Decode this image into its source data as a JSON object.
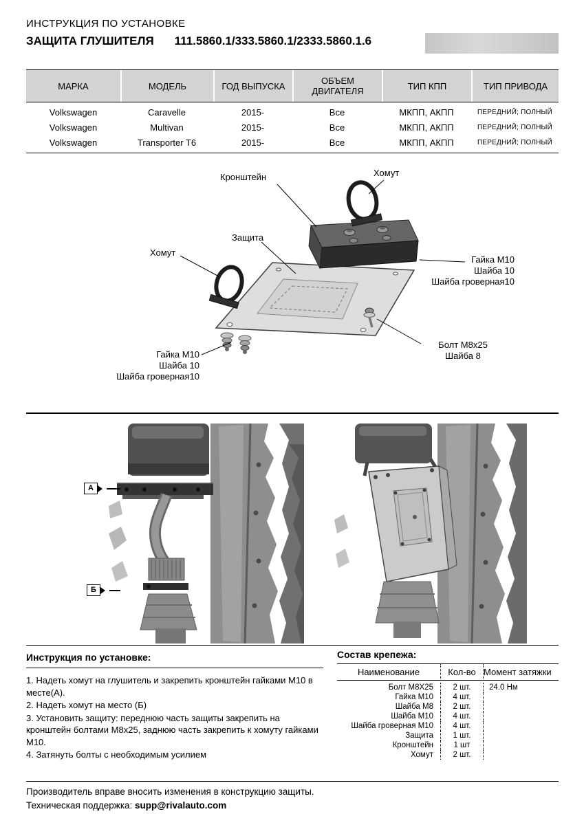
{
  "header": {
    "doc_type": "ИНСТРУКЦИЯ ПО УСТАНОВКЕ",
    "product": "ЗАЩИТА ГЛУШИТЕЛЯ",
    "part_numbers": "111.5860.1/333.5860.1/2333.5860.1.6"
  },
  "fitment_table": {
    "headers": [
      "МАРКА",
      "МОДЕЛЬ",
      "ГОД ВЫПУСКА",
      "ОБЪЕМ ДВИГАТЕЛЯ",
      "ТИП КПП",
      "ТИП ПРИВОДА"
    ],
    "rows": [
      [
        "Volkswagen",
        "Caravelle",
        "2015-",
        "Все",
        "МКПП, АКПП",
        "ПЕРЕДНИЙ; ПОЛНЫЙ"
      ],
      [
        "Volkswagen",
        "Multivan",
        "2015-",
        "Все",
        "МКПП, АКПП",
        "ПЕРЕДНИЙ; ПОЛНЫЙ"
      ],
      [
        "Volkswagen",
        "Transporter T6",
        "2015-",
        "Все",
        "МКПП, АКПП",
        "ПЕРЕДНИЙ; ПОЛНЫЙ"
      ]
    ]
  },
  "diagram": {
    "label_bracket": "Кронштейн",
    "label_clamp_top": "Хомут",
    "label_shield": "Защита",
    "label_clamp_left": "Хомут",
    "right_stack": [
      "Гайка М10",
      "Шайба 10",
      "Шайба гроверная10"
    ],
    "bolt_stack": [
      "Болт М8х25",
      "Шайба 8"
    ],
    "left_stack": [
      "Гайка М10",
      "Шайба 10",
      "Шайба гроверная10"
    ]
  },
  "photos": {
    "marker_a": "А",
    "marker_b": "Б"
  },
  "instructions": {
    "heading": "Инструкция по установке:",
    "steps": [
      "1. Надеть хомут на глушитель и закрепить кронштейн гайками М10 в месте(А).",
      "2. Надеть хомут на место (Б)",
      "3. Установить защиту: переднюю часть защиты закрепить на кронштейн болтами М8х25, заднюю часть закрепить к хомуту гайками М10.",
      "4. Затянуть болты с необходимым усилием"
    ]
  },
  "hardware": {
    "heading": "Состав крепежа:",
    "col_name": "Наименование",
    "col_qty": "Кол-во",
    "col_torque": "Момент затяжки",
    "rows": [
      {
        "name": "Болт М8Х25",
        "qty": "2 шт.",
        "torque": "24.0 Нм"
      },
      {
        "name": "Гайка М10",
        "qty": "4 шт.",
        "torque": ""
      },
      {
        "name": "Шайба М8",
        "qty": "2 шт.",
        "torque": ""
      },
      {
        "name": "Шайба М10",
        "qty": "4 шт.",
        "torque": ""
      },
      {
        "name": "Шайба гроверная М10",
        "qty": "4 шт.",
        "torque": ""
      },
      {
        "name": "Защита",
        "qty": "1 шт.",
        "torque": ""
      },
      {
        "name": "Кронштейн",
        "qty": "1 шт",
        "torque": ""
      },
      {
        "name": "Хомут",
        "qty": "2 шт.",
        "torque": ""
      }
    ]
  },
  "footer": {
    "disclaimer": "Производитель вправе вносить изменения в конструкцию защиты.",
    "support_label": "Техническая поддержка: ",
    "support_email": "supp@rivalauto.com"
  }
}
